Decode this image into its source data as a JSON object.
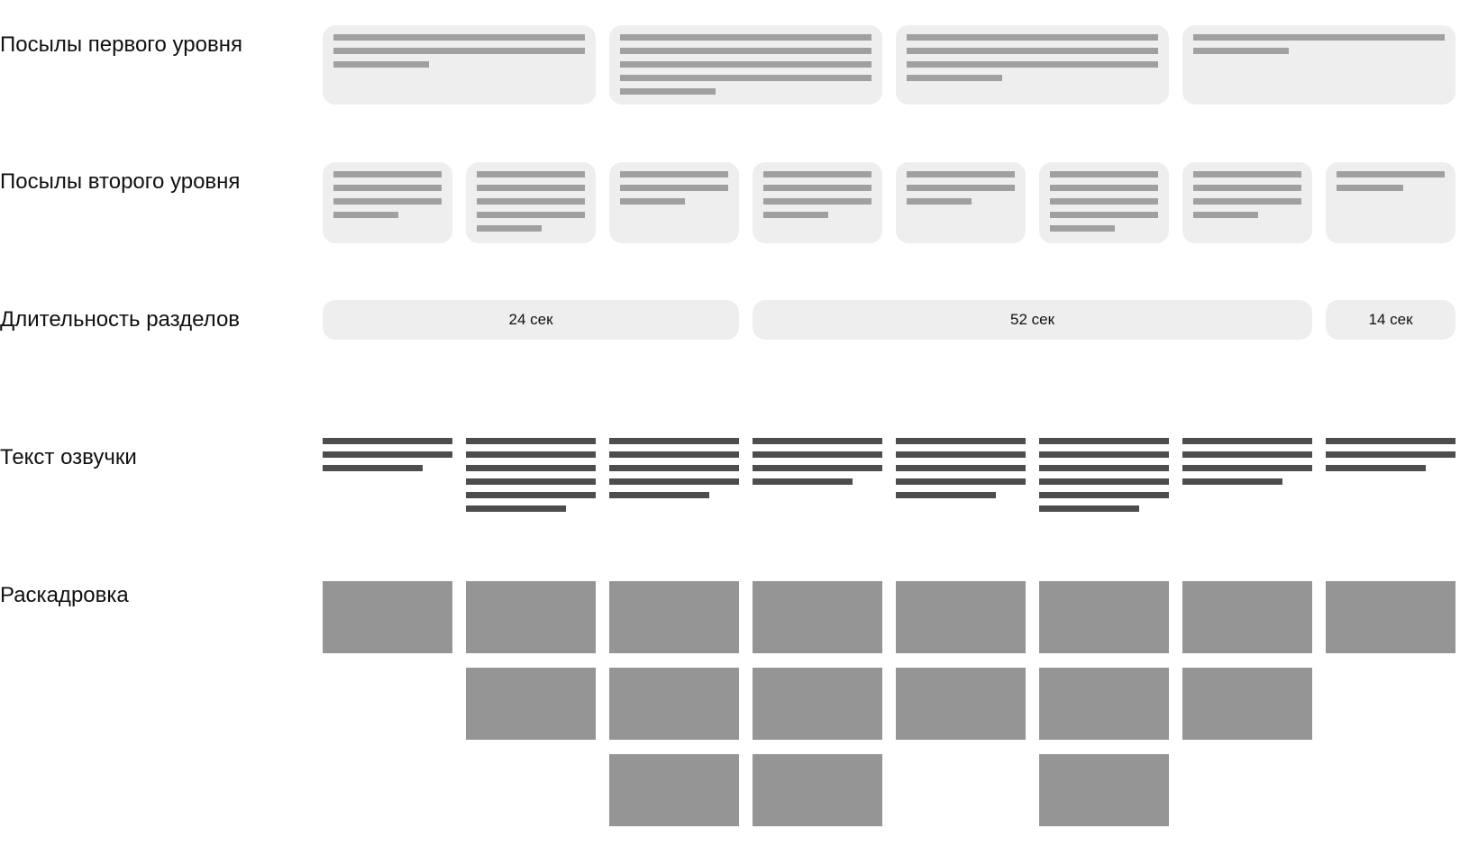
{
  "rows": {
    "level1": "Посылы первого уровня",
    "level2": "Посылы второго уровня",
    "durations": "Длительность разделов",
    "voiceover": "Текст озвучки",
    "storyboard": "Раскадровка"
  },
  "level1_cards": [
    {
      "columns": 2,
      "lines": 3
    },
    {
      "columns": 2,
      "lines": 5
    },
    {
      "columns": 2,
      "lines": 4
    },
    {
      "columns": 2,
      "lines": 2
    }
  ],
  "level2_cards": [
    4,
    5,
    3,
    4,
    3,
    5,
    4,
    2
  ],
  "durations": [
    {
      "label": "24 сек",
      "columns": 3
    },
    {
      "label": "52 сек",
      "columns": 4
    },
    {
      "label": "14 сек",
      "columns": 1
    }
  ],
  "voiceover_lines": [
    3,
    6,
    5,
    4,
    5,
    6,
    4,
    3
  ],
  "storyboard_frames": [
    1,
    2,
    3,
    3,
    2,
    3,
    2,
    1
  ],
  "colors": {
    "card": "#eeeeee",
    "placeholder": "#a0a0a0",
    "text": "#4d4d4d",
    "frame": "#959595"
  }
}
